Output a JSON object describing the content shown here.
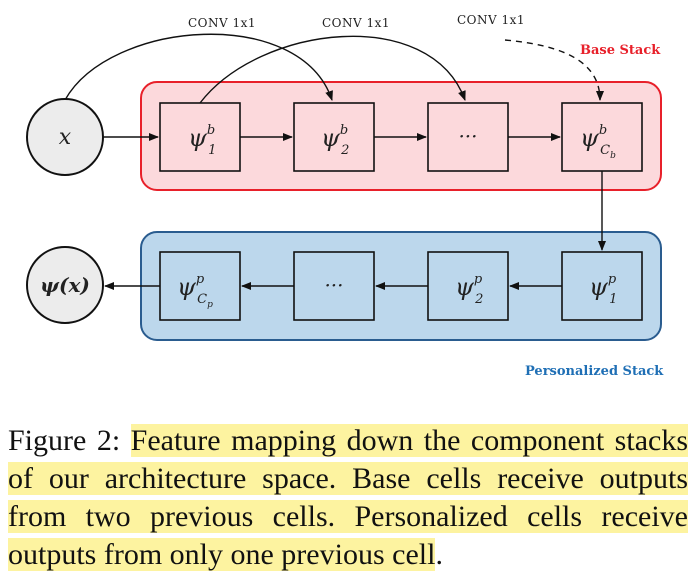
{
  "diagram": {
    "conv_labels": [
      "CONV 1x1",
      "CONV 1x1",
      "CONV 1x1"
    ],
    "base_stack_label": "Base Stack",
    "personalized_stack_label": "Personalized Stack",
    "input_node": "x",
    "output_node": "ψ(x)",
    "base_cells": [
      {
        "sym": "ψ",
        "sup": "b",
        "sub": "1"
      },
      {
        "sym": "ψ",
        "sup": "b",
        "sub": "2"
      },
      {
        "sym": "···",
        "sup": "",
        "sub": ""
      },
      {
        "sym": "ψ",
        "sup": "b",
        "sub": "C_b"
      }
    ],
    "personal_cells": [
      {
        "sym": "ψ",
        "sup": "p",
        "sub": "C_p"
      },
      {
        "sym": "···",
        "sup": "",
        "sub": ""
      },
      {
        "sym": "ψ",
        "sup": "p",
        "sub": "2"
      },
      {
        "sym": "ψ",
        "sup": "p",
        "sub": "1"
      }
    ],
    "colors": {
      "base_fill": "#fcd9dc",
      "base_stroke": "#e8202a",
      "personal_fill": "#bcd7ec",
      "personal_stroke": "#2a5c8f",
      "base_label": "#e8202a",
      "personal_label": "#1f6fb5",
      "node_fill": "#ececec"
    }
  },
  "caption": {
    "prefix": "Figure 2: ",
    "highlight_1": "Feature mapping down the component stacks of our architecture space. Base cells receive outputs from two previous cells. Personalized cells receive outputs from only one previous cell",
    "suffix": "."
  }
}
